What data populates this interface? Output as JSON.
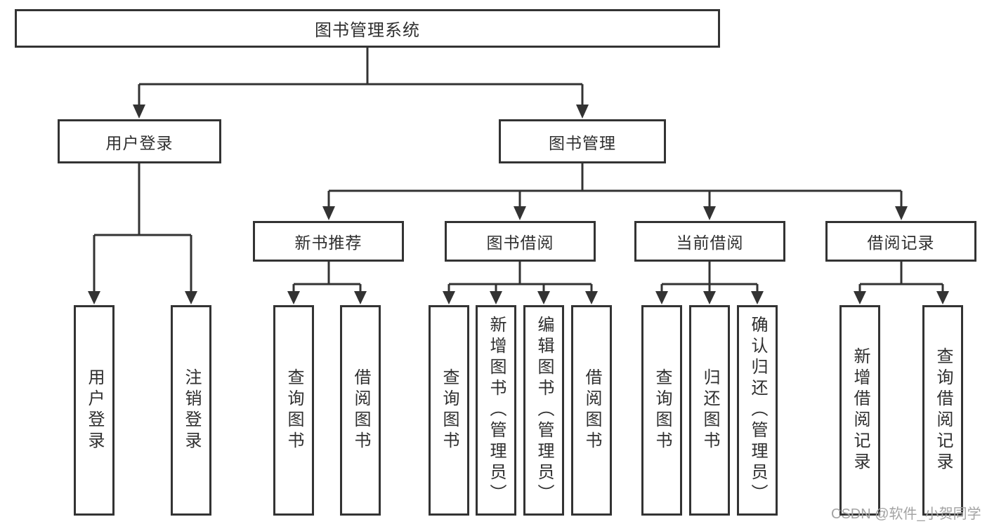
{
  "diagram": {
    "root": {
      "label": "图书管理系统"
    },
    "branches": [
      {
        "label": "用户登录",
        "children": [
          {
            "label": "用户登录"
          },
          {
            "label": "注销登录"
          }
        ]
      },
      {
        "label": "图书管理",
        "children": [
          {
            "label": "新书推荐",
            "children": [
              {
                "label": "查询图书"
              },
              {
                "label": "借阅图书"
              }
            ]
          },
          {
            "label": "图书借阅",
            "children": [
              {
                "label": "查询图书"
              },
              {
                "label": "新增图书（管理员）"
              },
              {
                "label": "编辑图书（管理员）"
              },
              {
                "label": "借阅图书"
              }
            ]
          },
          {
            "label": "当前借阅",
            "children": [
              {
                "label": "查询图书"
              },
              {
                "label": "归还图书"
              },
              {
                "label": "确认归还（管理员）"
              }
            ]
          },
          {
            "label": "借阅记录",
            "children": [
              {
                "label": "新增借阅记录"
              },
              {
                "label": "查询借阅记录"
              }
            ]
          }
        ]
      }
    ]
  },
  "watermark": {
    "text": "CSDN @软件_小贺同学"
  },
  "colors": {
    "line": "#333333",
    "text": "#2f2f2f",
    "watermark": "#a3a3a3",
    "background": "#ffffff"
  }
}
